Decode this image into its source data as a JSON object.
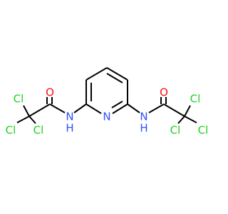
{
  "molecule": {
    "atoms": {
      "cl_left_top": "Cl",
      "cl_left_mid": "Cl",
      "cl_left_bottom": "Cl",
      "o_left": "O",
      "n_left": "N",
      "h_left": "H",
      "n_ring": "N",
      "n_right": "N",
      "h_right": "H",
      "o_right": "O",
      "cl_right_top": "Cl",
      "cl_right_mid": "Cl",
      "cl_right_bottom": "Cl"
    },
    "colors": {
      "bond": "#000000",
      "chlorine": "#1fd01f",
      "oxygen": "#ff0d0d",
      "nitrogen": "#3050f8"
    }
  }
}
